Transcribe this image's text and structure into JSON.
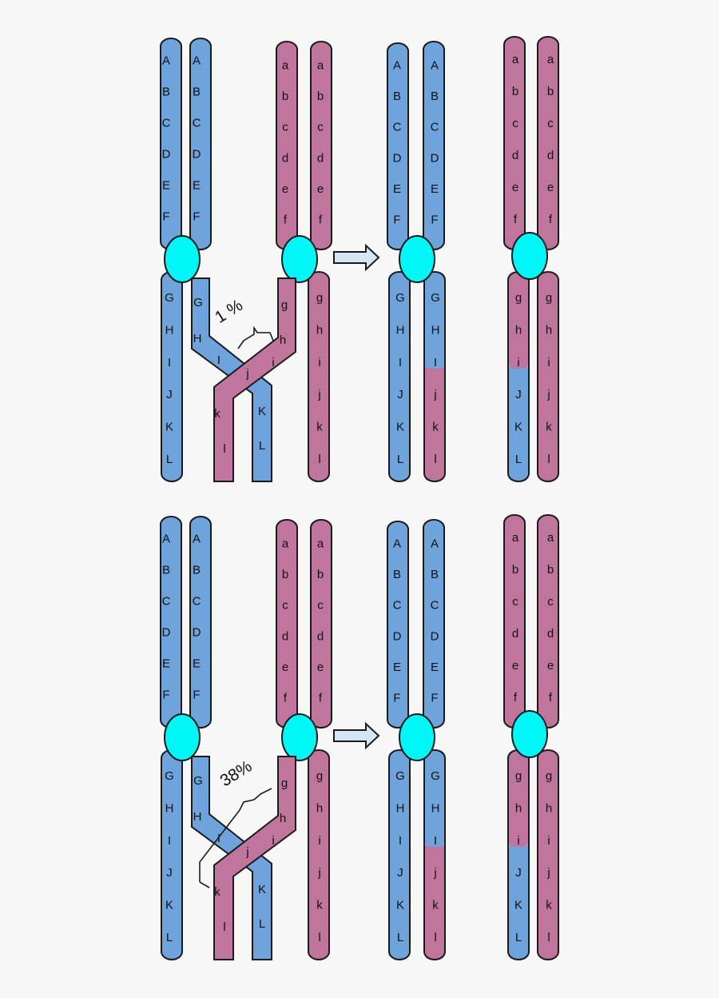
{
  "colors": {
    "maternal": "#6fa3dc",
    "paternal": "#c0769c",
    "centromere": "#00f7f7",
    "outline": "#1a1a1a",
    "arrow_fill": "#d6e6f4",
    "background": "#f7f7f7"
  },
  "labels": {
    "upper_maternal": [
      "A",
      "B",
      "C",
      "D",
      "E",
      "F"
    ],
    "lower_maternal": [
      "G",
      "H",
      "I",
      "J",
      "K",
      "L"
    ],
    "upper_paternal": [
      "a",
      "b",
      "c",
      "d",
      "e",
      "f"
    ],
    "lower_paternal": [
      "g",
      "h",
      "i",
      "j",
      "k",
      "l"
    ]
  },
  "panels": [
    {
      "crossover_percent": "1 %",
      "swap_after": "i"
    },
    {
      "crossover_percent": "38%",
      "swap_after": "i"
    }
  ],
  "icons": {
    "arrow": "right-arrow-icon",
    "centromere": "centromere-icon"
  }
}
